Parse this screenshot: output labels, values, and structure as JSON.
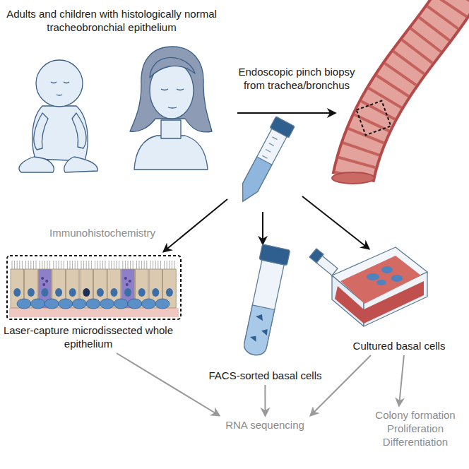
{
  "diagram": {
    "nodes": [
      {
        "text": [
          "Adults and children with histologically normal tracheobronchial epithelium"
        ]
      },
      {
        "text": [
          "Laser-capture microdissected whole epithelium"
        ]
      },
      {
        "text": [
          "FACS-sorted basal cells"
        ]
      },
      {
        "text": [
          "Cultured basal cells"
        ]
      },
      {
        "text": [
          "RNA sequencing"
        ]
      },
      {
        "text": [
          "Colony formation Proliferation Differentiation"
        ]
      }
    ],
    "edges": [
      {
        "from": 1,
        "to": 4,
        "arrow": "to"
      },
      {
        "from": 2,
        "to": 4,
        "arrow": "to"
      },
      {
        "from": 3,
        "to": 4,
        "arrow": "to"
      },
      {
        "from": 3,
        "to": 5,
        "arrow": "to"
      }
    ],
    "labels": [
      "Endoscopic pinch biopsy from trachea/bronchus",
      "Immunohistochemistry"
    ]
  }
}
